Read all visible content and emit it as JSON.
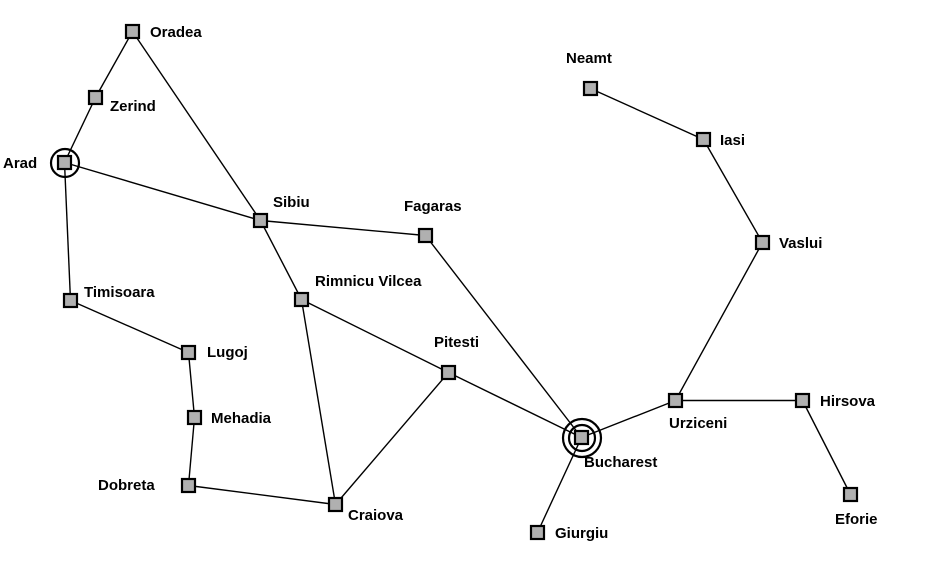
{
  "colors": {
    "node_fill": "#b0b0b0",
    "stroke": "#000000",
    "background": "#ffffff"
  },
  "cities": {
    "oradea": "Oradea",
    "zerind": "Zerind",
    "arad": "Arad",
    "sibiu": "Sibiu",
    "fagaras": "Fagaras",
    "timisoara": "Timisoara",
    "rimnicu_vilcea": "Rimnicu Vilcea",
    "lugoj": "Lugoj",
    "pitesti": "Pitesti",
    "mehadia": "Mehadia",
    "dobreta": "Dobreta",
    "craiova": "Craiova",
    "bucharest": "Bucharest",
    "giurgiu": "Giurgiu",
    "neamt": "Neamt",
    "iasi": "Iasi",
    "vaslui": "Vaslui",
    "urziceni": "Urziceni",
    "hirsova": "Hirsova",
    "eforie": "Eforie"
  },
  "roads": [
    [
      "oradea",
      "zerind"
    ],
    [
      "oradea",
      "sibiu"
    ],
    [
      "zerind",
      "arad"
    ],
    [
      "arad",
      "sibiu"
    ],
    [
      "arad",
      "timisoara"
    ],
    [
      "timisoara",
      "lugoj"
    ],
    [
      "lugoj",
      "mehadia"
    ],
    [
      "mehadia",
      "dobreta"
    ],
    [
      "dobreta",
      "craiova"
    ],
    [
      "sibiu",
      "fagaras"
    ],
    [
      "sibiu",
      "rimnicu_vilcea"
    ],
    [
      "rimnicu_vilcea",
      "pitesti"
    ],
    [
      "rimnicu_vilcea",
      "craiova"
    ],
    [
      "craiova",
      "pitesti"
    ],
    [
      "pitesti",
      "bucharest"
    ],
    [
      "fagaras",
      "bucharest"
    ],
    [
      "bucharest",
      "giurgiu"
    ],
    [
      "bucharest",
      "urziceni"
    ],
    [
      "urziceni",
      "hirsova"
    ],
    [
      "hirsova",
      "eforie"
    ],
    [
      "urziceni",
      "vaslui"
    ],
    [
      "vaslui",
      "iasi"
    ],
    [
      "iasi",
      "neamt"
    ]
  ],
  "start_city": "arad",
  "goal_city": "bucharest"
}
